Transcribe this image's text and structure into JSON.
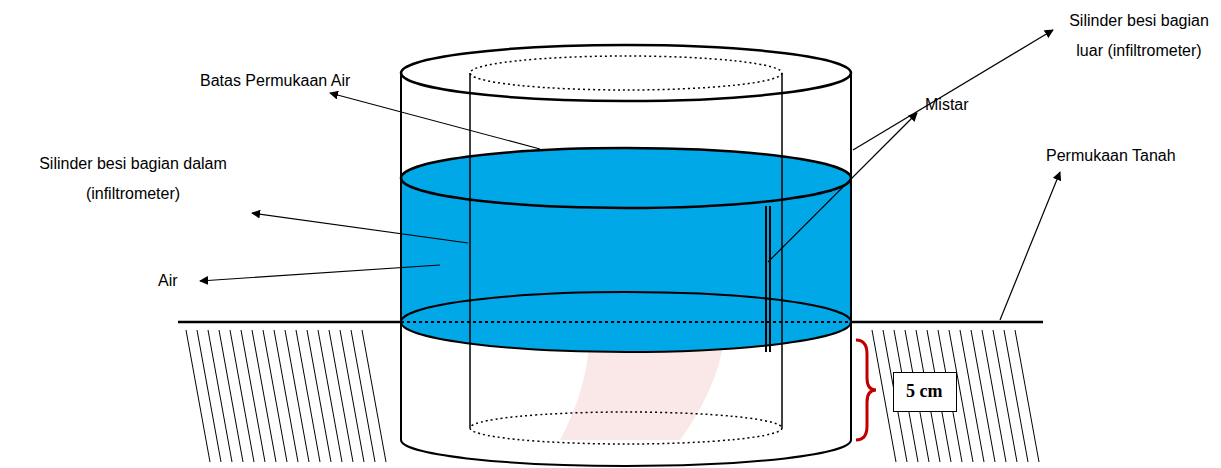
{
  "diagram": {
    "nodes": [
      {
        "text": [
          "5 cm"
        ]
      }
    ],
    "labels": [
      "Batas Permukaan Air",
      "Silinder besi bagian luar (infiltrometer)",
      "Silinder besi bagian dalam (infiltrometer)",
      "Mistar",
      "Air",
      "Permukaan Tanah"
    ]
  }
}
